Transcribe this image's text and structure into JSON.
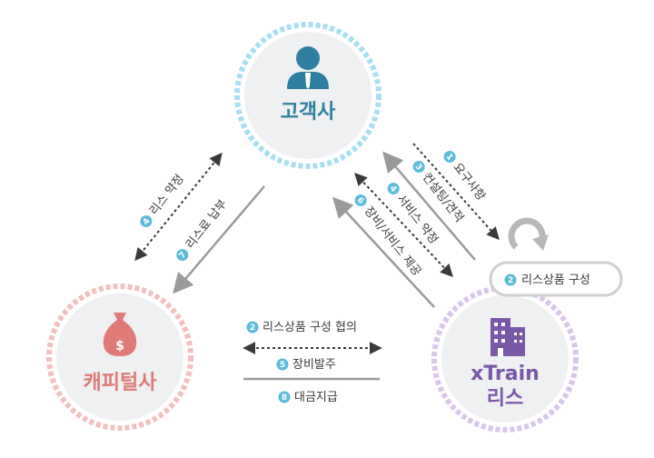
{
  "nodes": {
    "customer": {
      "title": "고객사",
      "color": "#2e7fa0",
      "ring": "#a8dff0",
      "icon": "person-icon"
    },
    "capital": {
      "title": "캐피털사",
      "color": "#e07a76",
      "ring": "#f1c0bf",
      "icon": "money-bag-icon",
      "bag_symbol": "$"
    },
    "xtrain": {
      "title_line1": "xTrain",
      "title_line2": "리스",
      "color": "#7a58a8",
      "ring": "#d8c6e8",
      "icon": "building-icon"
    }
  },
  "labels": {
    "l1": {
      "num": "1",
      "text": "요구사항"
    },
    "l3": {
      "num": "3",
      "text": "컨설팅/견적"
    },
    "l4a": {
      "num": "4",
      "text": "서비스 약정"
    },
    "l6": {
      "num": "6",
      "text": "장비/서비스 제공"
    },
    "l4b": {
      "num": "4",
      "text": "리스 약정"
    },
    "l7": {
      "num": "7",
      "text": "리스료 납부"
    },
    "l2a": {
      "num": "2",
      "text": "리스상품 구성 협의"
    },
    "l5": {
      "num": "5",
      "text": "장비발주"
    },
    "l8": {
      "num": "8",
      "text": "대금지급"
    },
    "l2b": {
      "num": "2",
      "text": "리스상품 구성"
    }
  },
  "colors": {
    "label_circle": "#5cbcd8",
    "arrow": "#9a9a9a",
    "dotted_arrow": "#3a3a3a"
  }
}
